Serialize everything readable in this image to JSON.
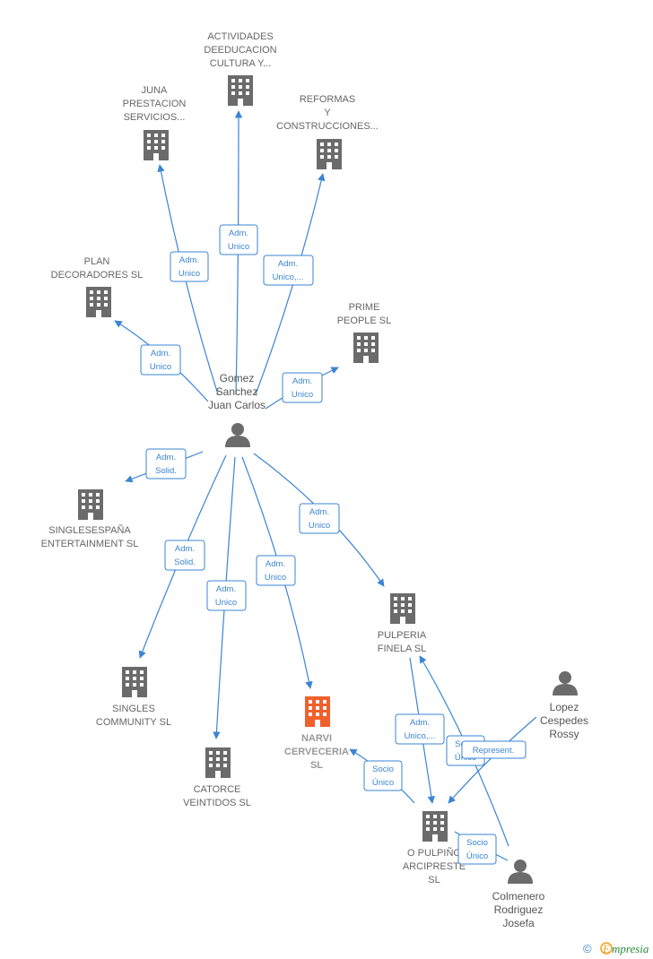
{
  "colors": {
    "edge": "#3a85d3",
    "building": "#6b6b6b",
    "building_focus": "#f0602c",
    "person": "#6b6b6b",
    "brand_accent": "#f0a020",
    "brand_text": "#2a8a3a"
  },
  "nodes": {
    "actividades": {
      "label": [
        "ACTIVIDADES",
        "DEEDUCACION",
        "CULTURA Y..."
      ],
      "icon": "building-icon"
    },
    "juna": {
      "label": [
        "JUNA",
        "PRESTACION",
        "SERVICIOS..."
      ],
      "icon": "building-icon"
    },
    "reformas": {
      "label": [
        "REFORMAS",
        "Y",
        "CONSTRUCCIONES..."
      ],
      "icon": "building-icon"
    },
    "plan": {
      "label": [
        "PLAN",
        "DECORADORES SL"
      ],
      "icon": "building-icon"
    },
    "prime": {
      "label": [
        "PRIME",
        "PEOPLE SL"
      ],
      "icon": "building-icon"
    },
    "gomez": {
      "label": [
        "Gomez",
        "Sanchez",
        "Juan Carlos"
      ],
      "icon": "person-icon"
    },
    "singlesespana": {
      "label": [
        "SINGLESESPAÑA",
        "ENTERTAINMENT SL"
      ],
      "icon": "building-icon"
    },
    "pulperia": {
      "label": [
        "PULPERIA",
        "FINELA  SL"
      ],
      "icon": "building-icon"
    },
    "lopez": {
      "label": [
        "Lopez",
        "Cespedes",
        "Rossy"
      ],
      "icon": "person-icon"
    },
    "singles_community": {
      "label": [
        "SINGLES",
        "COMMUNITY SL"
      ],
      "icon": "building-icon"
    },
    "narvi": {
      "label": [
        "NARVI",
        "CERVECERIA",
        "SL"
      ],
      "icon": "building-icon"
    },
    "catorce": {
      "label": [
        "CATORCE",
        "VEINTIDOS  SL"
      ],
      "icon": "building-icon"
    },
    "pulpino": {
      "label": [
        "O PULPIÑO",
        "ARCIPRESTE",
        "SL"
      ],
      "icon": "building-icon"
    },
    "colmenero": {
      "label": [
        "Colmenero",
        "Rodriguez",
        "Josefa"
      ],
      "icon": "person-icon"
    }
  },
  "relations": {
    "juna": [
      "Adm.",
      "Unico"
    ],
    "actividades": [
      "Adm.",
      "Unico"
    ],
    "reformas": [
      "Adm.",
      "Unico,..."
    ],
    "plan": [
      "Adm.",
      "Unico"
    ],
    "prime": [
      "Adm.",
      "Unico"
    ],
    "singlesespana": [
      "Adm.",
      "Solid."
    ],
    "pulperia": [
      "Adm.",
      "Unico"
    ],
    "singles_community": [
      "Adm.",
      "Solid."
    ],
    "catorce": [
      "Adm.",
      "Unico"
    ],
    "narvi": [
      "Adm.",
      "Unico"
    ],
    "pulpino_pulperia": [
      "Adm.",
      "Unico,..."
    ],
    "colmenero_pulperia": [
      "Socio",
      "Único"
    ],
    "lopez_pulpino": [
      "Represent."
    ],
    "pulpino_narvi": [
      "Socio",
      "Único"
    ],
    "colmenero_pulpino": [
      "Socio",
      "Único"
    ]
  },
  "footer": {
    "copyright": "©",
    "brand_initial": "E",
    "brand_rest": "mpresia"
  }
}
